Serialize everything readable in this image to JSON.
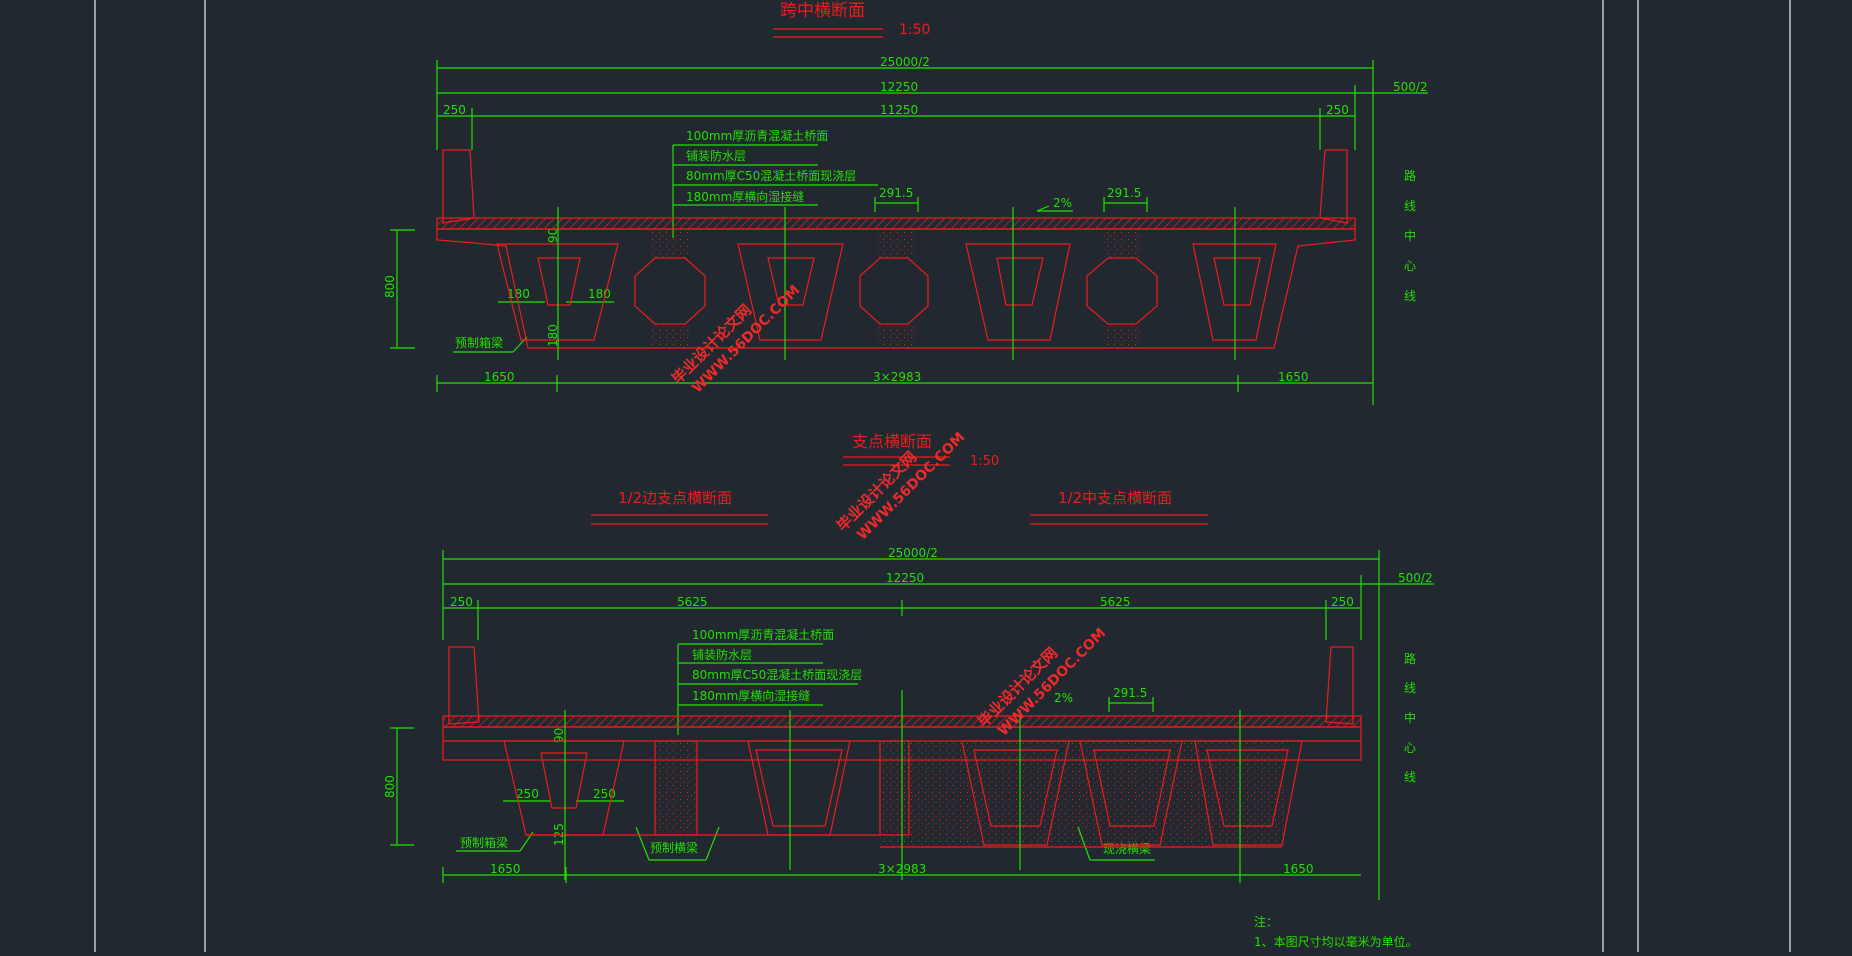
{
  "top": {
    "title": "跨中横断面",
    "scale": "1:50",
    "dims": {
      "total": "25000/2",
      "width": "12250",
      "edge_left": "250",
      "mid": "11250",
      "edge_right": "250",
      "half_median": "500/2",
      "height": "800",
      "web": "180",
      "web_right": "180",
      "flange": "90",
      "bottom": "180",
      "hinge_1": "291.5",
      "hinge_2": "291.5",
      "slope": "2%",
      "bottom_left": "1650",
      "bottom_mid": "3×2983",
      "bottom_right": "1650"
    },
    "layers": [
      "100mm厚沥青混凝土桥面",
      "铺装防水层",
      "80mm厚C50混凝土桥面现浇层",
      "180mm厚横向湿接缝"
    ],
    "label_box_girder": "预制箱梁",
    "centerline": [
      "路",
      "线",
      "中",
      "心",
      "线"
    ]
  },
  "support": {
    "title": "支点横断面",
    "scale": "1:50",
    "left_title": "1/2边支点横断面",
    "right_title": "1/2中支点横断面"
  },
  "bottom": {
    "dims": {
      "total": "25000/2",
      "width": "12250",
      "edge_left": "250",
      "left_half": "5625",
      "right_half": "5625",
      "edge_right": "250",
      "half_median": "500/2",
      "height": "800",
      "web": "250",
      "web_right": "250",
      "flange": "90",
      "bottom": "125",
      "hinge": "291.5",
      "slope": "2%",
      "bottom_left": "1650",
      "bottom_mid": "3×2983",
      "bottom_right": "1650"
    },
    "layers": [
      "100mm厚沥青混凝土桥面",
      "铺装防水层",
      "80mm厚C50混凝土桥面现浇层",
      "180mm厚横向湿接缝"
    ],
    "label_box_girder": "预制箱梁",
    "label_precast_diaphragm": "预制横梁",
    "label_cast_diaphragm": "现浇横梁",
    "centerline": [
      "路",
      "线",
      "中",
      "心",
      "线"
    ]
  },
  "notes": {
    "title": "注：",
    "line1": "1、本图尺寸均以毫米为单位。"
  },
  "watermark": {
    "line_cn": "毕业设计论文网",
    "line_url": "WWW.56DOC.COM"
  },
  "colors": {
    "background": "#212830",
    "dimension": "#22e000",
    "structure": "#ee1c1c",
    "frame": "#dde2e6"
  }
}
